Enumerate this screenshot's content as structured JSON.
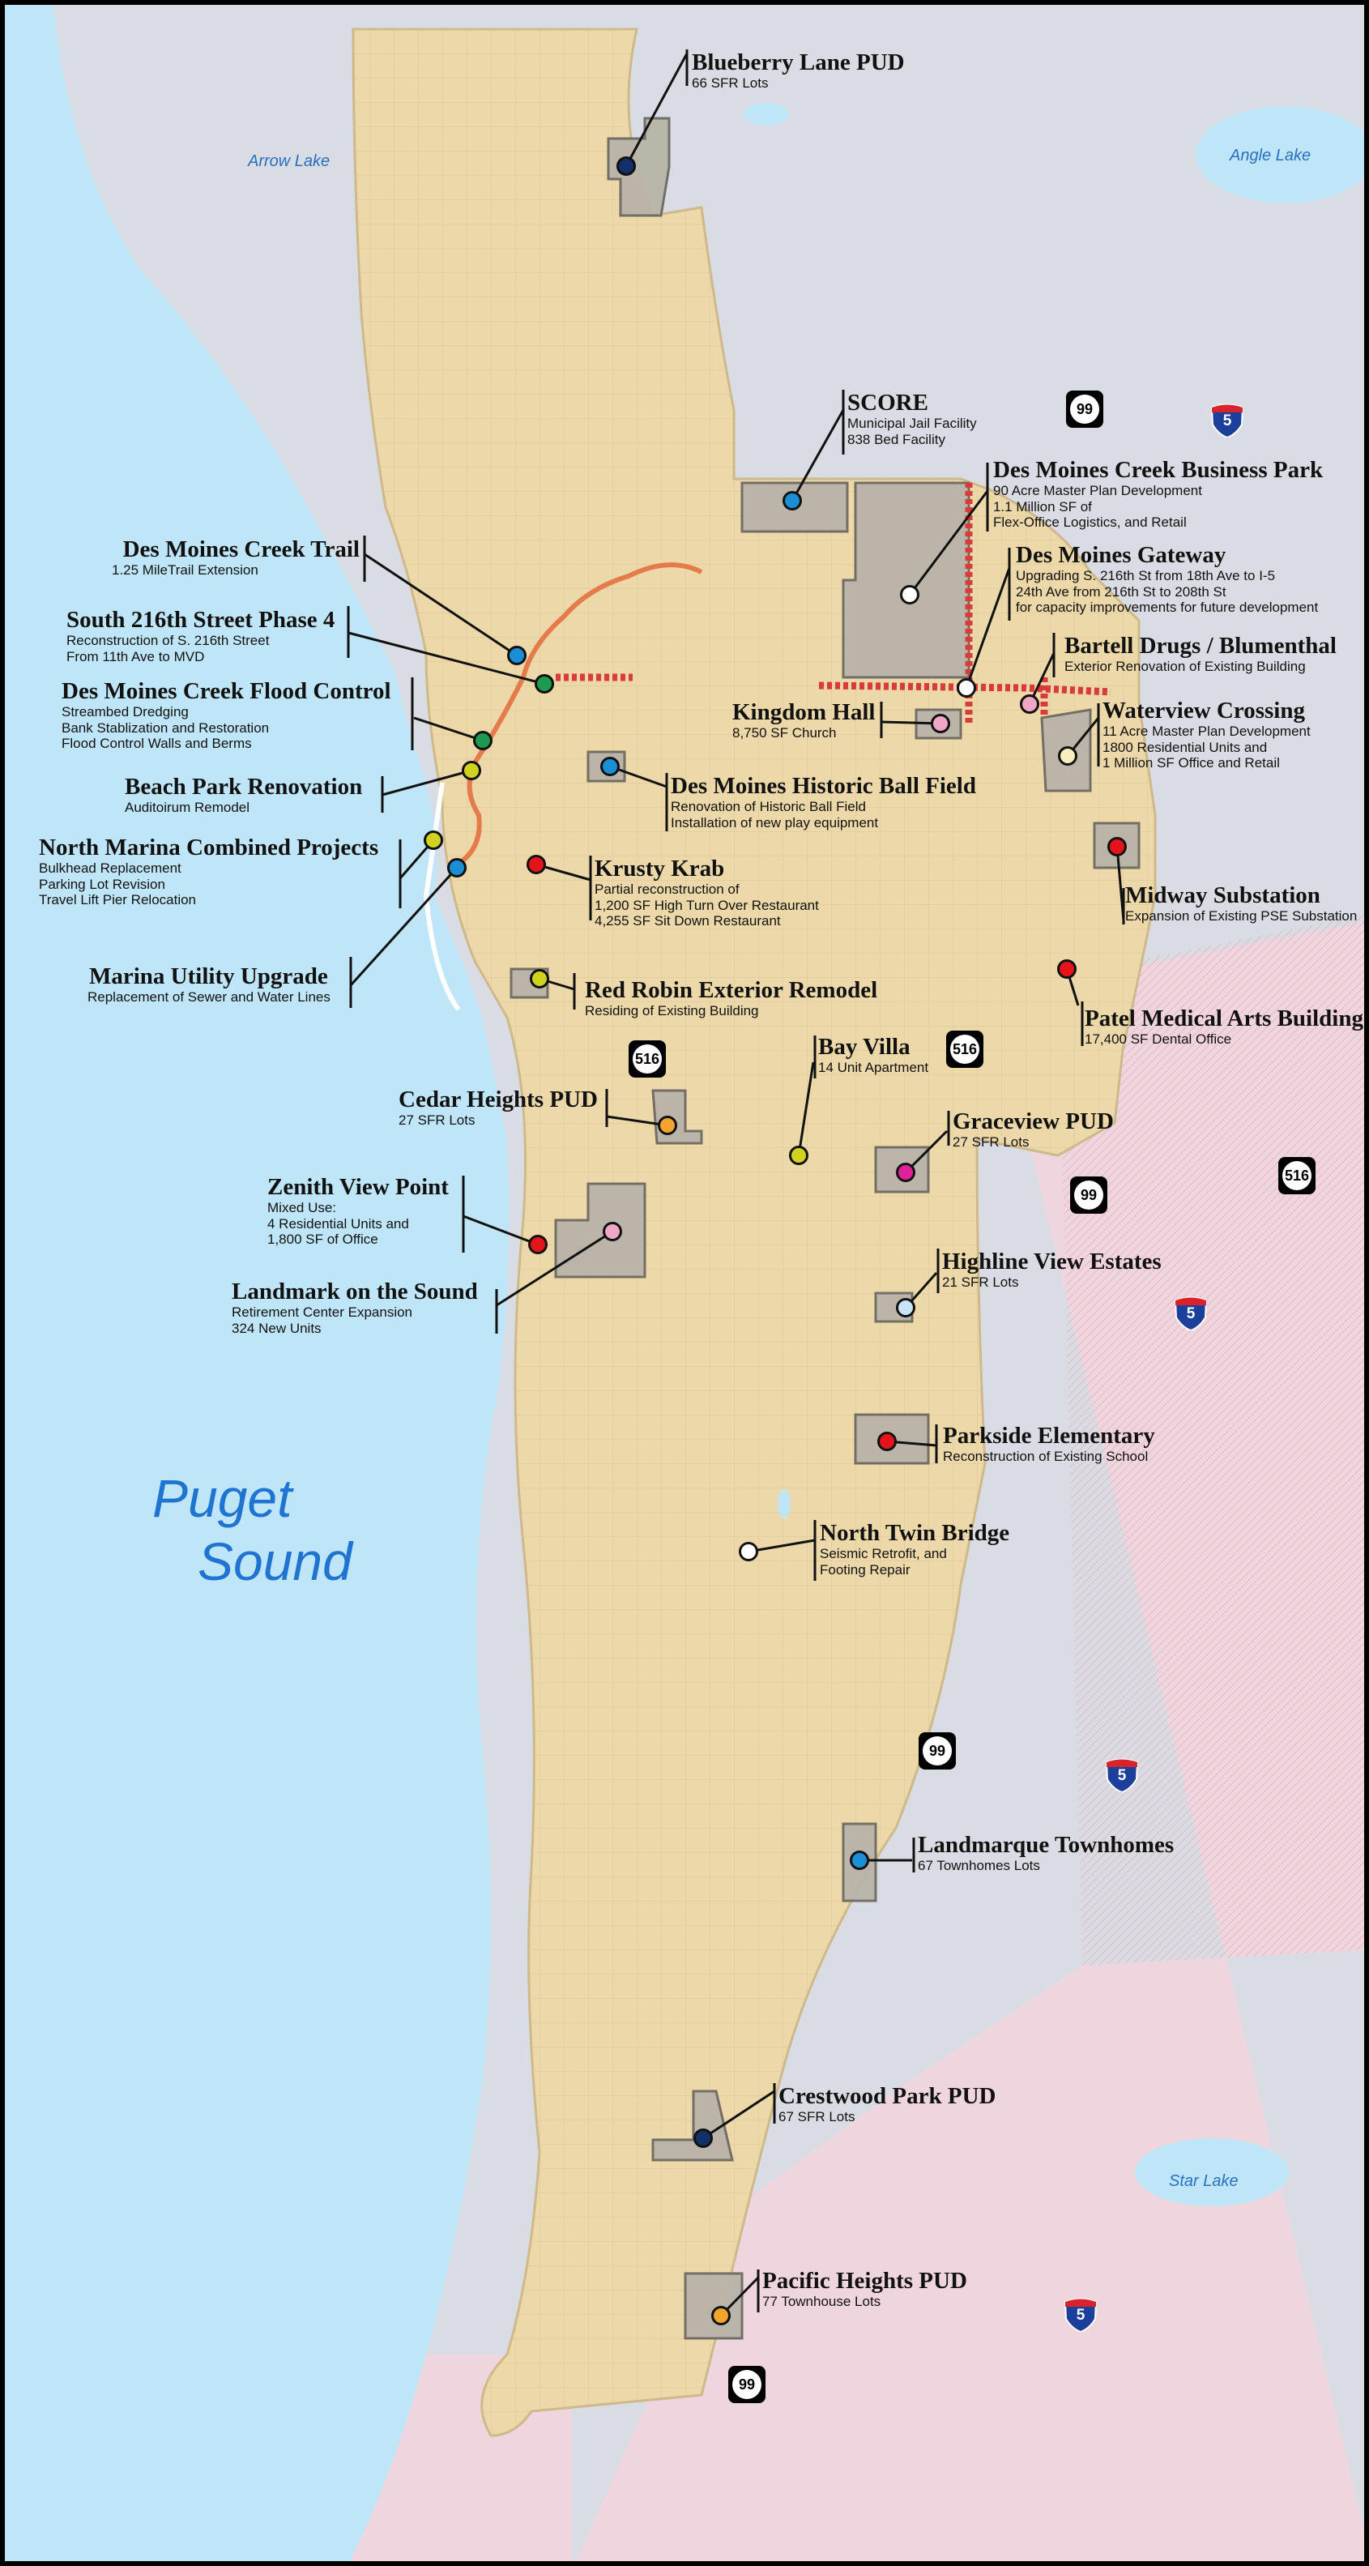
{
  "water_labels": {
    "arrow_lake": "Arrow Lake",
    "angle_lake": "Angle Lake",
    "star_lake": "Star Lake",
    "puget_line1": "Puget",
    "puget_line2": "Sound"
  },
  "highways": {
    "sr99": "99",
    "sr516": "516",
    "i5": "5"
  },
  "marker_colors": {
    "navy": "#14306b",
    "blue": "#1a8fd6",
    "green": "#1d9a4f",
    "lime": "#cfd21f",
    "red": "#e3141a",
    "orange": "#f3a52b",
    "magenta": "#e0219b",
    "pink": "#f2a6c6",
    "pale_yellow": "#f8eec0",
    "light_blue": "#c8e4f5",
    "white": "#ffffff"
  },
  "colors": {
    "water": "#bfe6f8",
    "city_area": "#ecd8a8",
    "neighbor_gray": "#d9dde3",
    "neighbor_pink": "#efd5dd",
    "parcel": "#b8b4a8",
    "road_highlight": "#d93a3a",
    "trail": "#e57b4b"
  },
  "projects": [
    {
      "title": "Blueberry Lane PUD",
      "desc": [
        "66 SFR Lots"
      ]
    },
    {
      "title": "SCORE",
      "desc": [
        "Municipal Jail Facility",
        "838 Bed Facility"
      ]
    },
    {
      "title": "Des Moines Creek Business Park",
      "desc": [
        "90 Acre Master Plan Development",
        "1.1 Million SF of",
        "Flex-Office Logistics, and Retail"
      ]
    },
    {
      "title": "Des Moines Creek Trail",
      "desc": [
        "1.25 MileTrail Extension"
      ]
    },
    {
      "title": "Des Moines Gateway",
      "desc": [
        "Upgrading S. 216th St from 18th Ave to I-5",
        "24th Ave from 216th St to 208th St",
        "for capacity improvements for future development"
      ]
    },
    {
      "title": "South 216th Street Phase 4",
      "desc": [
        "Reconstruction of S. 216th Street",
        "From 11th Ave to MVD"
      ]
    },
    {
      "title": "Bartell Drugs / Blumenthal",
      "desc": [
        "Exterior Renovation of Existing Building"
      ]
    },
    {
      "title": "Des Moines Creek Flood Control",
      "desc": [
        "Streambed Dredging",
        "Bank Stablization and Restoration",
        "Flood Control Walls and Berms"
      ]
    },
    {
      "title": "Kingdom Hall",
      "desc": [
        "8,750 SF Church"
      ]
    },
    {
      "title": "Waterview Crossing",
      "desc": [
        "11 Acre Master Plan Development",
        "1800 Residential Units and",
        "1 Million SF Office and Retail"
      ]
    },
    {
      "title": "Beach Park Renovation",
      "desc": [
        "Auditoirum Remodel"
      ]
    },
    {
      "title": "Des Moines Historic Ball Field",
      "desc": [
        "Renovation of Historic Ball Field",
        "Installation of new play equipment"
      ]
    },
    {
      "title": "North Marina Combined Projects",
      "desc": [
        "Bulkhead Replacement",
        "Parking Lot Revision",
        "Travel Lift Pier Relocation"
      ]
    },
    {
      "title": "Krusty Krab",
      "desc": [
        "Partial reconstruction of",
        "1,200 SF High Turn Over Restaurant",
        "4,255 SF Sit Down Restaurant"
      ]
    },
    {
      "title": "Midway Substation",
      "desc": [
        "Expansion of Existing PSE Substation"
      ]
    },
    {
      "title": "Marina Utility Upgrade",
      "desc": [
        "Replacement of Sewer and Water Lines"
      ]
    },
    {
      "title": "Red Robin Exterior Remodel",
      "desc": [
        "Residing of Existing Building"
      ]
    },
    {
      "title": "Patel Medical Arts Building",
      "desc": [
        "17,400 SF Dental Office"
      ]
    },
    {
      "title": "Bay Villa",
      "desc": [
        "14 Unit Apartment"
      ]
    },
    {
      "title": "Cedar Heights PUD",
      "desc": [
        "27 SFR Lots"
      ]
    },
    {
      "title": "Graceview PUD",
      "desc": [
        "27 SFR Lots"
      ]
    },
    {
      "title": "Zenith View Point",
      "desc": [
        "Mixed Use:",
        "4 Residential Units and",
        "1,800 SF of Office"
      ]
    },
    {
      "title": "Landmark on the Sound",
      "desc": [
        "Retirement Center Expansion",
        "324 New Units"
      ]
    },
    {
      "title": "Highline View Estates",
      "desc": [
        "21 SFR Lots"
      ]
    },
    {
      "title": "Parkside Elementary",
      "desc": [
        "Reconstruction of Existing School"
      ]
    },
    {
      "title": "North Twin Bridge",
      "desc": [
        "Seismic Retrofit, and",
        "Footing Repair"
      ]
    },
    {
      "title": "Landmarque Townhomes",
      "desc": [
        "67 Townhomes Lots"
      ]
    },
    {
      "title": "Crestwood Park PUD",
      "desc": [
        "67 SFR Lots"
      ]
    },
    {
      "title": "Pacific Heights PUD",
      "desc": [
        "77 Townhouse Lots"
      ]
    }
  ]
}
